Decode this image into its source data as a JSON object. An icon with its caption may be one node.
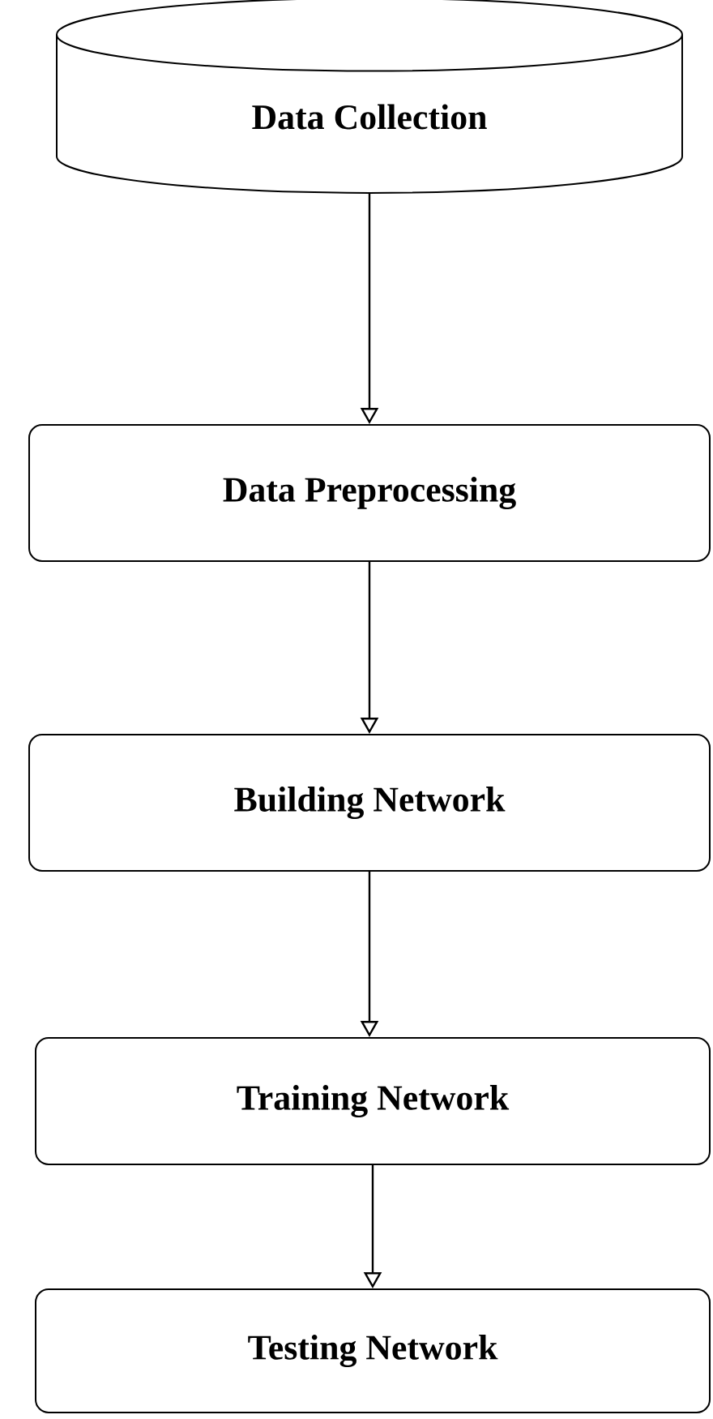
{
  "diagram": {
    "nodes": [
      {
        "text": [
          "Data Collection"
        ]
      },
      {
        "text": [
          "Data Preprocessing"
        ]
      },
      {
        "text": [
          "Building Network"
        ]
      },
      {
        "text": [
          "Training Network"
        ]
      },
      {
        "text": [
          "Testing Network"
        ]
      }
    ],
    "edges": [
      {
        "from": 0,
        "to": 1,
        "arrow": "to"
      },
      {
        "from": 1,
        "to": 2,
        "arrow": "to"
      },
      {
        "from": 2,
        "to": 3,
        "arrow": "to"
      },
      {
        "from": 3,
        "to": 4,
        "arrow": "to"
      }
    ]
  }
}
